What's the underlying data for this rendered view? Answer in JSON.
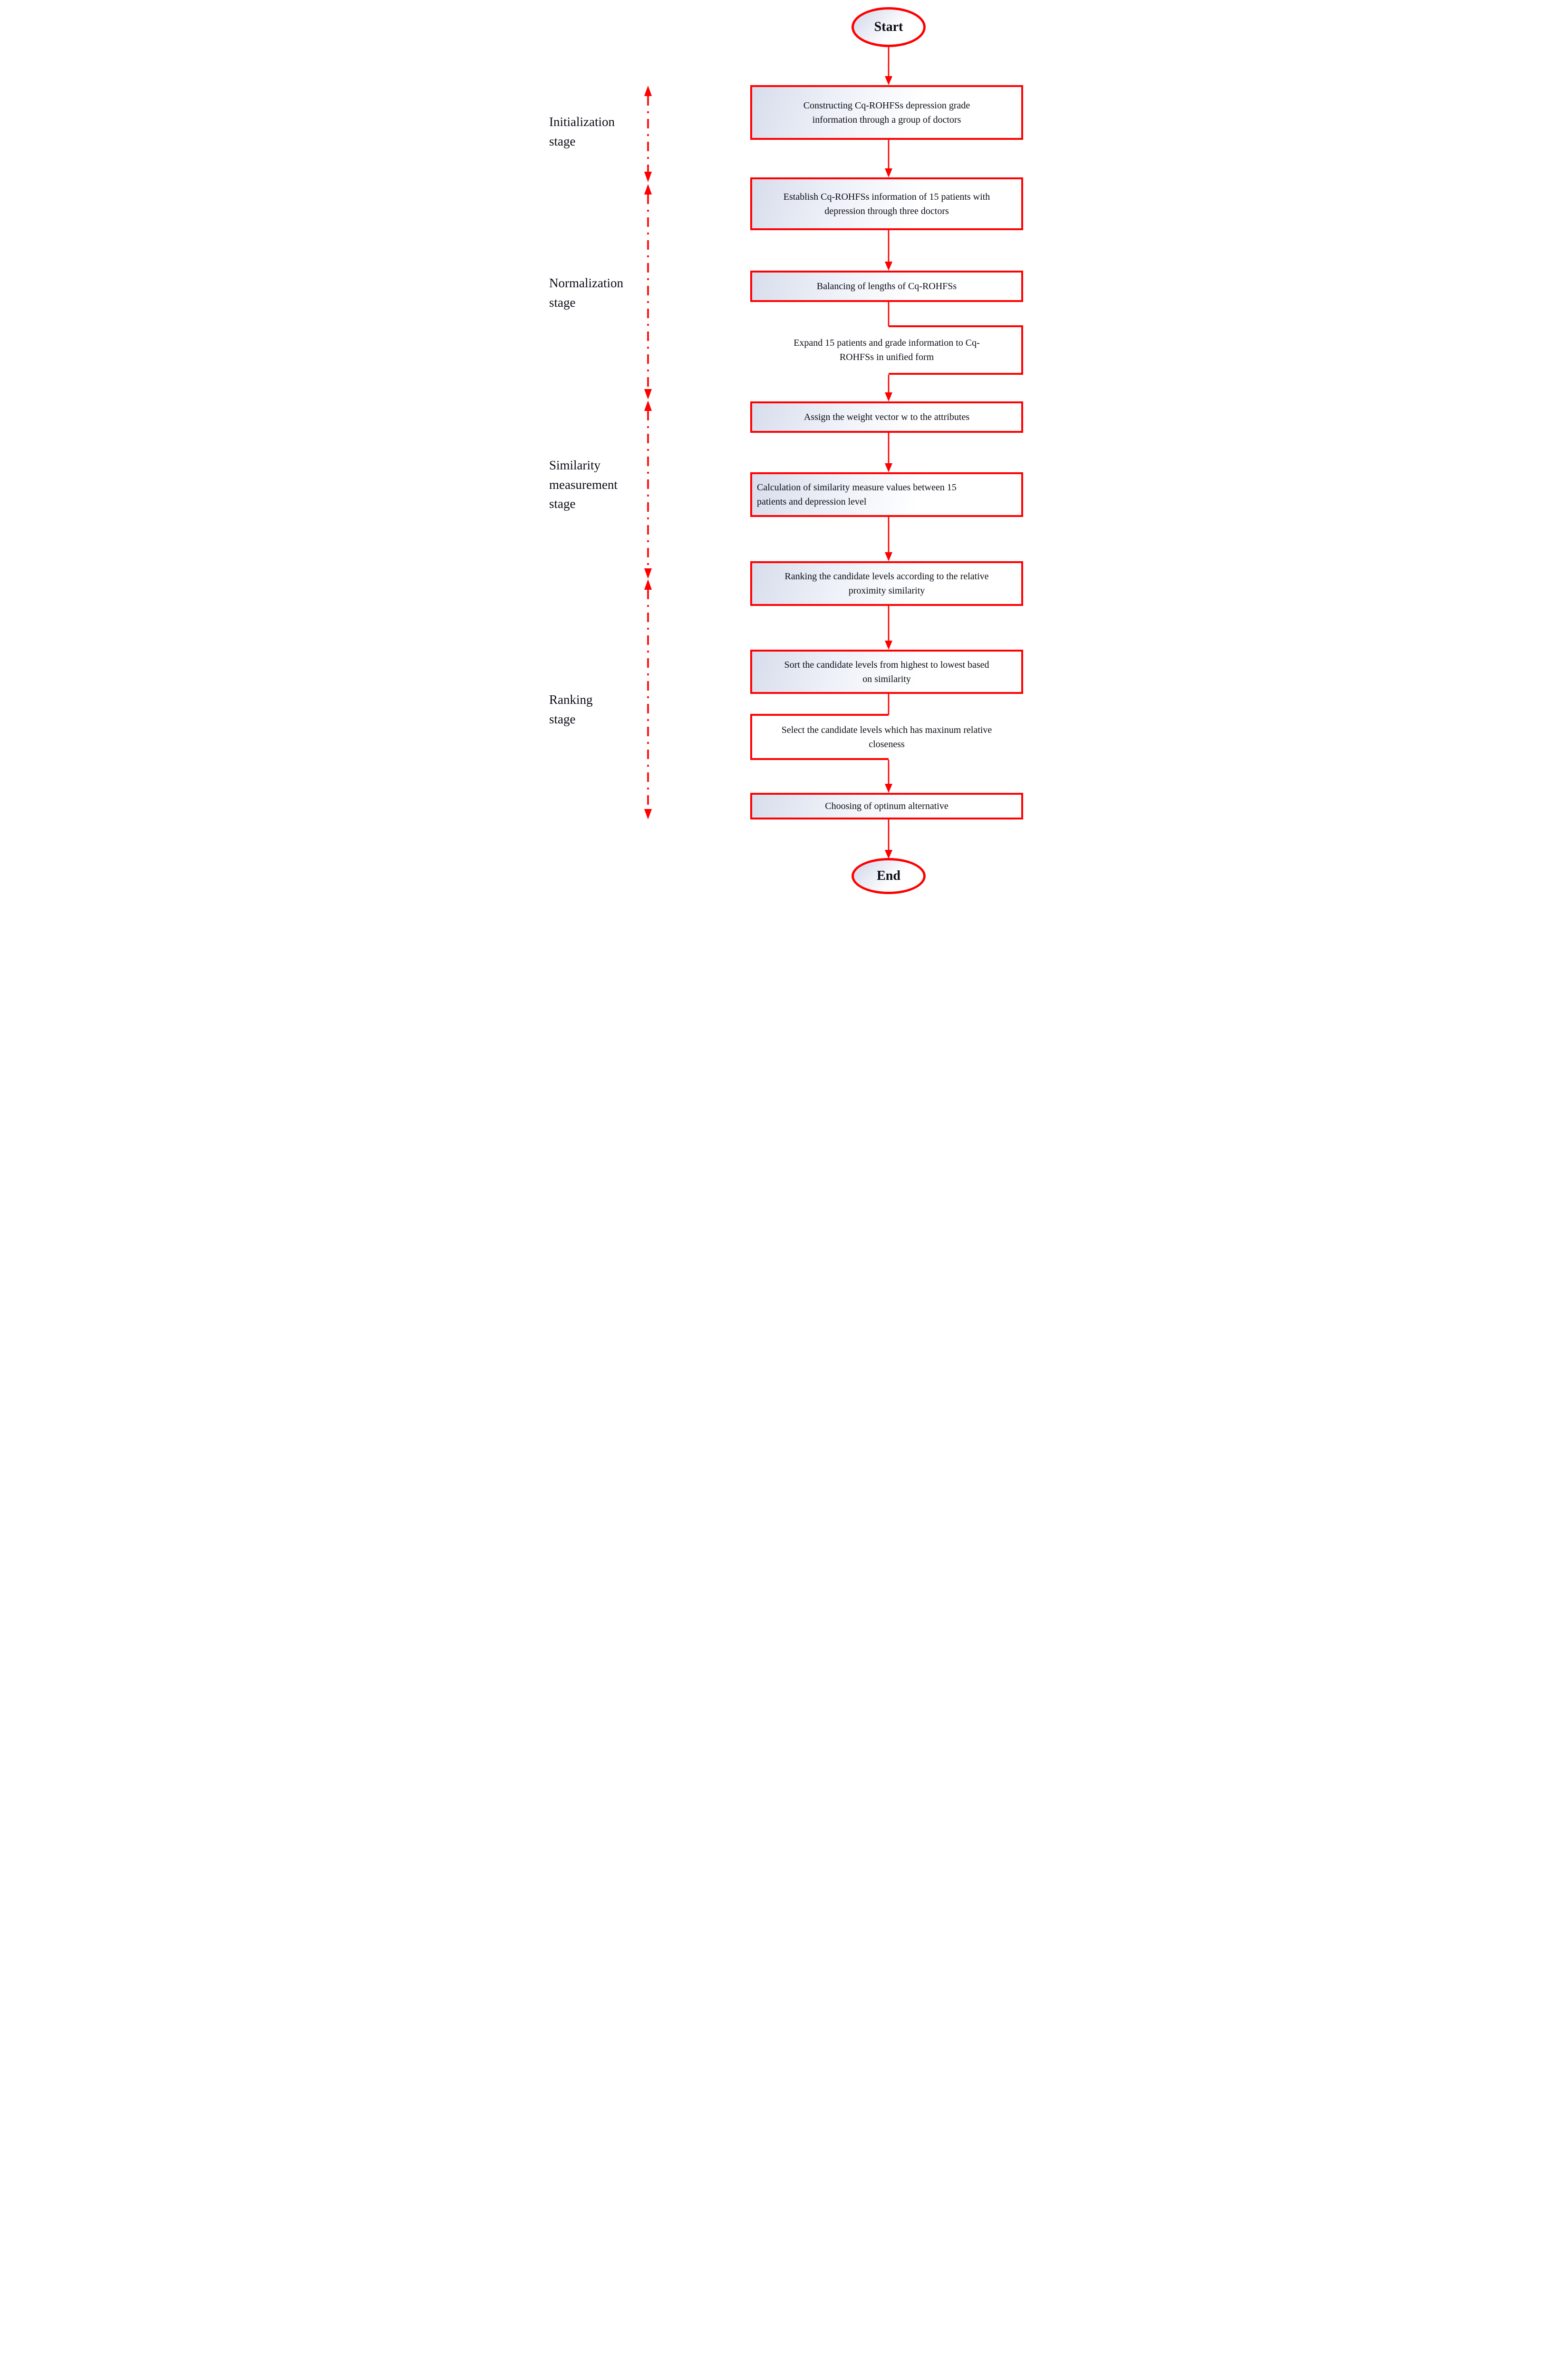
{
  "stages": [
    {
      "label": "Initialization\nstage"
    },
    {
      "label": "Normalization\nstage"
    },
    {
      "label": "Similarity\nmeasurement\nstage"
    },
    {
      "label": "Ranking\nstage"
    }
  ],
  "terminals": {
    "start": "Start",
    "end": "End"
  },
  "steps": [
    {
      "text": "Constructing Cq-ROHFSs depression grade\ninformation through a group of doctors"
    },
    {
      "text": "Establish Cq-ROHFSs information of 15 patients with\ndepression through three doctors"
    },
    {
      "text": "Balancing of lengths of Cq-ROHFSs"
    },
    {
      "text": "Expand 15 patients and grade information to Cq-\nROHFSs in unified form"
    },
    {
      "text": "Assign the weight vector w to the attributes"
    },
    {
      "text": "Calculation of  similarity measure values between 15\npatients and depression level"
    },
    {
      "text": "Ranking  the candidate levels according to the relative\nproximity similarity"
    },
    {
      "text": "Sort the candidate levels from highest to lowest based\non similarity"
    },
    {
      "text": "Select the candidate levels which has maxinum relative\ncloseness"
    },
    {
      "text": "Choosing of optinum alternative"
    }
  ],
  "colors": {
    "accent": "#fe0000",
    "ink": "#0c0c16",
    "fill_from": "#d8ddec",
    "fill_to": "#ffffff"
  }
}
